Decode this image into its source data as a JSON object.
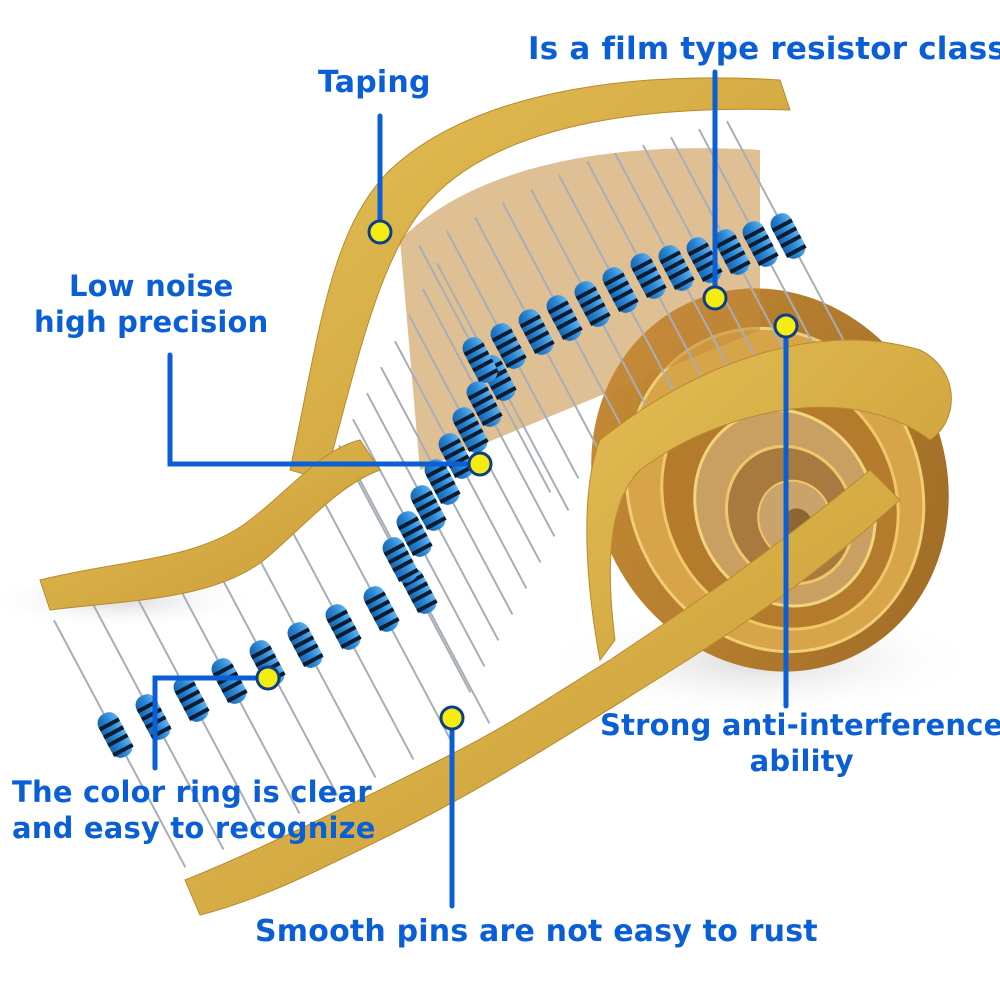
{
  "image": {
    "subject": "resistor-tape-roll",
    "colors": {
      "callout_blue": "#0a5fd6",
      "dot_yellow": "#f5ec12",
      "dot_ring": "#0d3f86",
      "tape_gold": "#d9b24a",
      "tape_brown": "#b9822e",
      "resistor_blue": "#2f8fd8",
      "resistor_band": "#0c1c33",
      "lead_silver": "#9aa3ab"
    }
  },
  "callouts": {
    "taping": {
      "text": "Taping"
    },
    "film_type": {
      "text": "Is a film type resistor class"
    },
    "low_noise": {
      "line1": "Low noise",
      "line2": "high precision"
    },
    "anti_interference": {
      "line1": "Strong anti-interference",
      "line2": "ability"
    },
    "color_ring": {
      "line1": "The color ring is clear",
      "line2": "and easy to recognize"
    },
    "smooth_pins": {
      "text": "Smooth pins are not easy to rust"
    }
  }
}
